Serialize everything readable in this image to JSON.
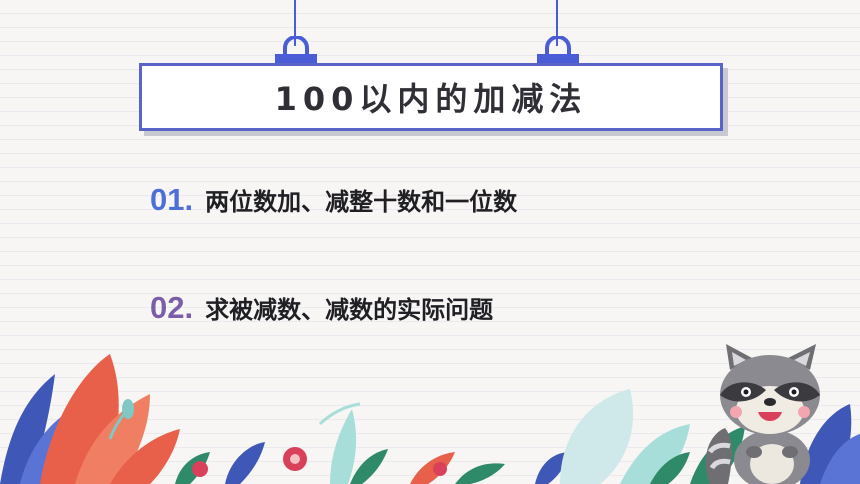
{
  "title": "100以内的加减法",
  "items": [
    {
      "number": "01.",
      "text": "两位数加、减整十数和一位数",
      "color": "#4f6fd8"
    },
    {
      "number": "02.",
      "text": "求被减数、减数的实际问题",
      "color": "#7a5fa8"
    }
  ],
  "colors": {
    "accent": "#5a63c8",
    "string": "#4a5dd6",
    "leaf_red": "#e8604a",
    "leaf_teal": "#7fc8c4",
    "leaf_blue": "#3f57b6"
  },
  "icons": [
    "hanger-icon",
    "raccoon-icon",
    "leaves-decoration"
  ]
}
